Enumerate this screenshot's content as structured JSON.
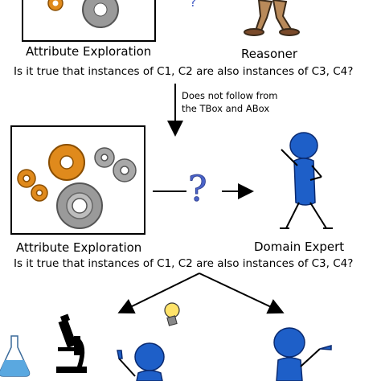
{
  "top": {
    "box_label": "Attribute Exploration",
    "agent_label": "Reasoner",
    "question": "Is it true that instances of C1, C2 are also instances of C3, C4?"
  },
  "arrow_note": {
    "line1": "Does not follow from",
    "line2": "the TBox and ABox"
  },
  "middle": {
    "box_label": "Attribute Exploration",
    "agent_label": "Domain Expert",
    "question": "Is it true that instances of C1, C2 are also instances of C3, C4?"
  },
  "colors": {
    "gear_orange": "#e08a1c",
    "gear_gray": "#9a9a9a",
    "figure_blue": "#1e5fc8",
    "question_blue": "#4a63c8",
    "flask_blue": "#5aa8e0",
    "bulb_yellow": "#ffe36a"
  }
}
